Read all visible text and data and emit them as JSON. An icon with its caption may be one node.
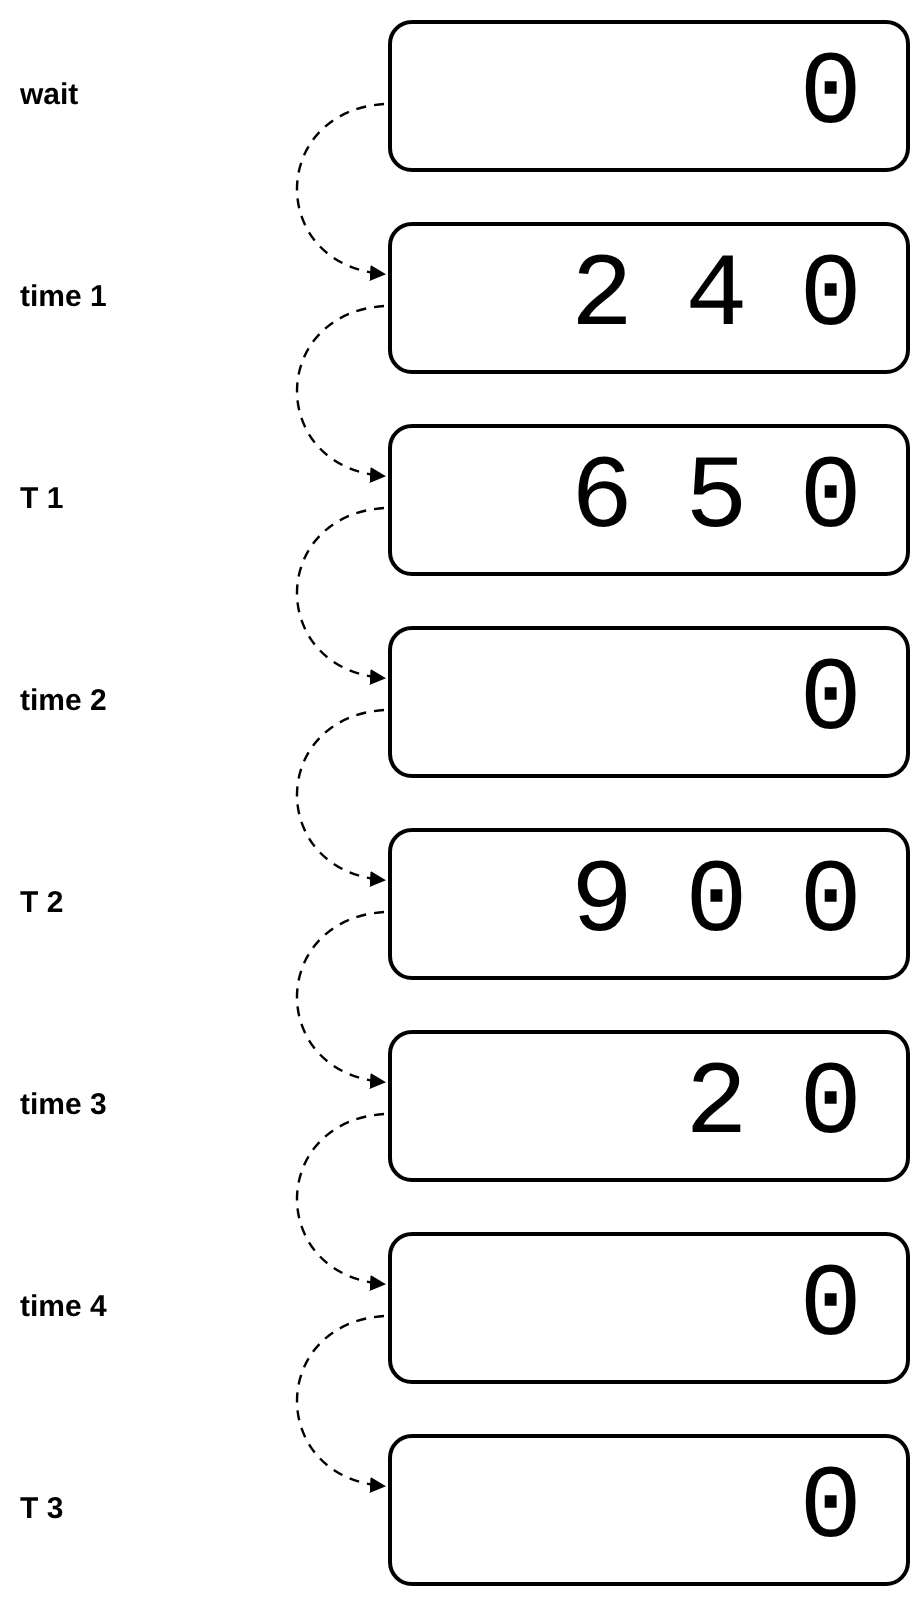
{
  "diagram": {
    "nodes": [
      {
        "text": [
          "0"
        ]
      },
      {
        "text": [
          "240"
        ]
      },
      {
        "text": [
          "650"
        ]
      },
      {
        "text": [
          "0"
        ]
      },
      {
        "text": [
          "900"
        ]
      },
      {
        "text": [
          "20"
        ]
      },
      {
        "text": [
          "0"
        ]
      },
      {
        "text": [
          "0"
        ]
      }
    ],
    "edges": [
      {
        "from": 0,
        "to": 1,
        "arrow": "to",
        "style": "dashed"
      },
      {
        "from": 1,
        "to": 2,
        "arrow": "to",
        "style": "dashed"
      },
      {
        "from": 2,
        "to": 3,
        "arrow": "to",
        "style": "dashed"
      },
      {
        "from": 3,
        "to": 4,
        "arrow": "to",
        "style": "dashed"
      },
      {
        "from": 4,
        "to": 5,
        "arrow": "to",
        "style": "dashed"
      },
      {
        "from": 5,
        "to": 6,
        "arrow": "to",
        "style": "dashed"
      },
      {
        "from": 6,
        "to": 7,
        "arrow": "to",
        "style": "dashed"
      }
    ],
    "labels": [
      "wait",
      "time 1",
      "T 1",
      "time 2",
      "T 2",
      "time 3",
      "time 4",
      "T 3"
    ]
  }
}
